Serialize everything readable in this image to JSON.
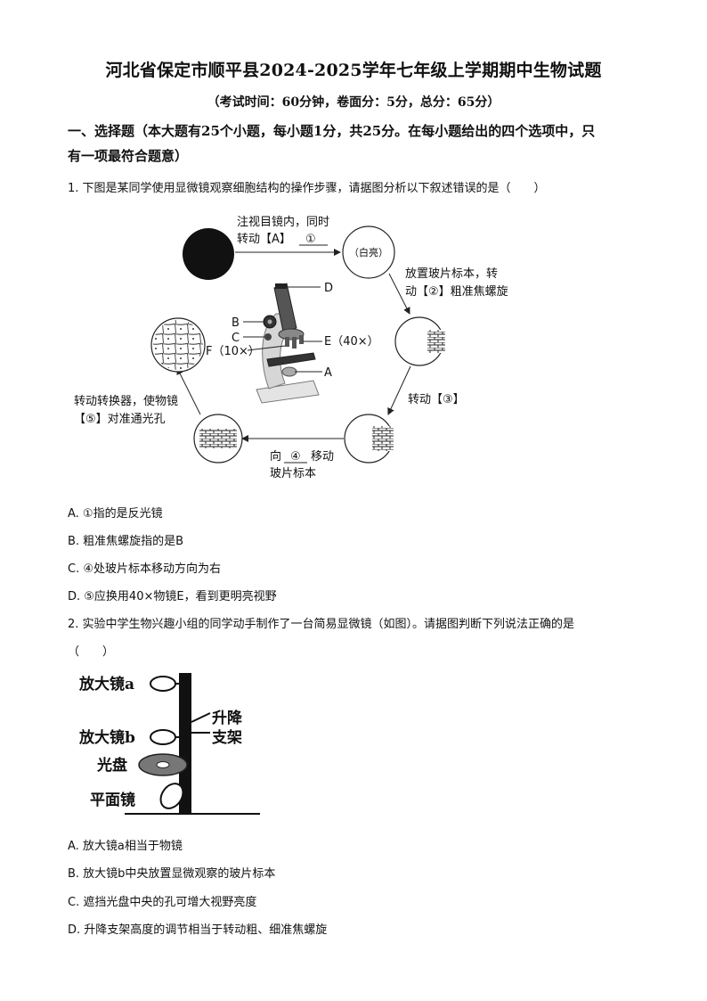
{
  "header": {
    "title": "河北省保定市顺平县2024-2025学年七年级上学期期中生物试题",
    "subtitle": "（考试时间：60分钟，卷面分：5分，总分：65分）"
  },
  "section1": {
    "line1": "一、选择题（本大题有25个小题，每小题1分，共25分。在每小题给出的四个选项中，只",
    "line2": "有一项最符合题意）"
  },
  "q1": {
    "stem": "1. 下图是某同学使用显微镜观察细胞结构的操作步骤，请据图分析以下叙述错误的是（　　）",
    "figure": {
      "step1_line1": "注视目镜内，同时",
      "step1_line2": "转动【A】",
      "step1_blank": "①",
      "bright_label": "（白亮）",
      "step2_line1": "放置玻片标本，转",
      "step2_line2": "动【②】粗准焦螺旋",
      "step3": "转动【③】",
      "step4_pre": "向",
      "step4_blank": "④",
      "step4_post": "移动",
      "step4_line2": "玻片标本",
      "step5_line1": "转动转换器，使物镜",
      "step5_line2": "【⑤】对准通光孔",
      "label_b": "B",
      "label_c": "C",
      "label_d": "D",
      "label_e": "E（40×）",
      "label_f": "F（10×）",
      "label_a": "A"
    },
    "options": [
      "A. ①指的是反光镜",
      "B. 粗准焦螺旋指的是B",
      "C. ④处玻片标本移动方向为右",
      "D. ⑤应换用40×物镜E，看到更明亮视野"
    ]
  },
  "q2": {
    "stem_line1": "2. 实验中学生物兴趣小组的同学动手制作了一台简易显微镜（如图）。请据图判断下列说法正确的是",
    "stem_line2": "（　　）",
    "figure": {
      "lens_a": "放大镜a",
      "lens_b": "放大镜b",
      "disc": "光盘",
      "mirror": "平面镜",
      "stand_line1": "升降",
      "stand_line2": "支架"
    },
    "options": [
      "A. 放大镜a相当于物镜",
      "B. 放大镜b中央放置显微观察的玻片标本",
      "C. 遮挡光盘中央的孔可增大视野亮度",
      "D. 升降支架高度的调节相当于转动粗、细准焦螺旋"
    ]
  }
}
